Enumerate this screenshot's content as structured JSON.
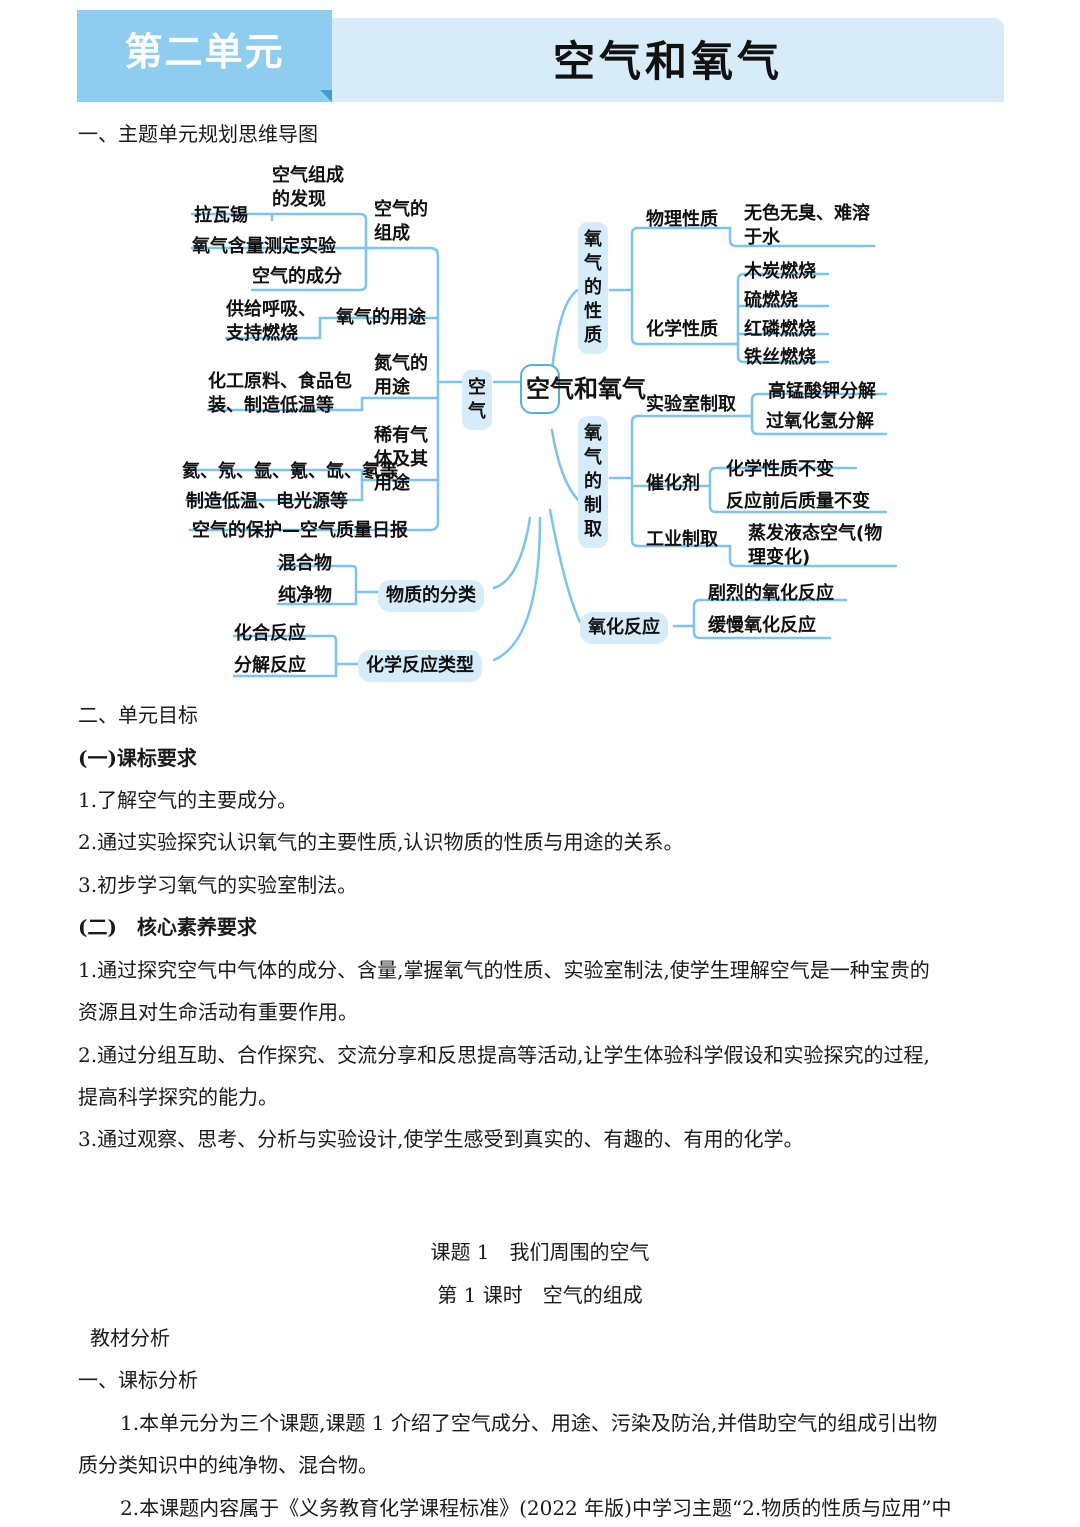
{
  "header": {
    "unit_label": "第二单元",
    "unit_title": "空气和氧气"
  },
  "section1_title": "一、主题单元规划思维导图",
  "mindmap": {
    "center": "空气和氧气",
    "left": {
      "air": "空气",
      "air_composition": "空气的组成",
      "discovery": "空气组成的发现",
      "lavoisier": "拉瓦锡",
      "oxygen_content_exp": "氧气含量测定实验",
      "air_ingredients": "空气的成分",
      "oxygen_use": "氧气的用途",
      "oxygen_use_detail": "供给呼吸、支持燃烧",
      "nitrogen_use": "氮气的用途",
      "nitrogen_use_detail": "化工原料、食品包装、制造低温等",
      "noble_gas": "稀有气体及其用途",
      "noble_gas_list": "氦、氖、氩、氪、氙、氡等",
      "noble_gas_use": "制造低温、电光源等",
      "air_protection": "空气的保护—空气质量日报",
      "classification": "物质的分类",
      "mixture": "混合物",
      "pure": "纯净物",
      "reaction_types": "化学反应类型",
      "combination": "化合反应",
      "decomposition": "分解反应"
    },
    "right": {
      "oxygen_properties": "氧气的性质",
      "physical": "物理性质",
      "physical_detail": "无色无臭、难溶于水",
      "chemical": "化学性质",
      "chem_items": [
        "木炭燃烧",
        "硫燃烧",
        "红磷燃烧",
        "铁丝燃烧"
      ],
      "oxygen_preparation": "氧气的制取",
      "lab": "实验室制取",
      "lab_items": [
        "高锰酸钾分解",
        "过氧化氢分解"
      ],
      "catalyst": "催化剂",
      "catalyst_items": [
        "化学性质不变",
        "反应前后质量不变"
      ],
      "industrial": "工业制取",
      "industrial_detail": "蒸发液态空气(物理变化)",
      "oxidation": "氧化反应",
      "oxidation_items": [
        "剧烈的氧化反应",
        "缓慢氧化反应"
      ]
    }
  },
  "section2": {
    "title": "二、单元目标",
    "sub1": "(一)课标要求",
    "items1": [
      "1.了解空气的主要成分。",
      "2.通过实验探究认识氧气的主要性质,认识物质的性质与用途的关系。",
      "3.初步学习氧气的实验室制法。"
    ],
    "sub2": "(二)　核心素养要求",
    "items2": [
      "1.通过探究空气中气体的成分、含量,掌握氧气的性质、实验室制法,使学生理解空气是一种宝贵的",
      "资源且对生命活动有重要作用。",
      "2.通过分组互助、合作探究、交流分享和反思提高等活动,让学生体验科学假设和实验探究的过程,",
      "提高科学探究的能力。",
      "3.通过观察、思考、分析与实验设计,使学生感受到真实的、有趣的、有用的化学。"
    ]
  },
  "lesson": {
    "topic": "课题 1　我们周围的空气",
    "period": "第 1 课时　空气的组成",
    "analysis": "教材分析",
    "std_title": "一、课标分析",
    "paras": [
      "1.本单元分为三个课题,课题 1 介绍了空气成分、用途、污染及防治,并借助空气的组成引出物",
      "质分类知识中的纯净物、混合物。",
      "2.本课题内容属于《义务教育化学课程标准》(2022 年版)中学习主题“2.物质的性质与应用”中"
    ]
  }
}
